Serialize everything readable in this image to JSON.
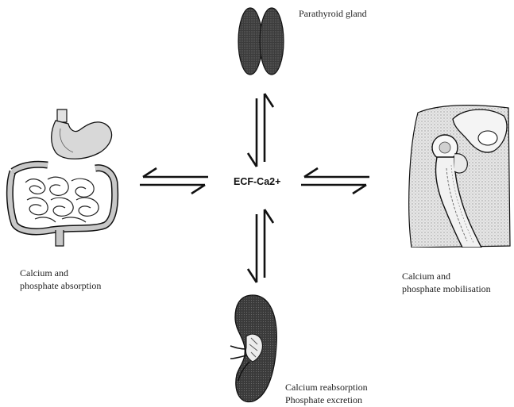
{
  "center": {
    "label": "ECF-Ca2+"
  },
  "parathyroid": {
    "label": "Parathyroid gland"
  },
  "intestine": {
    "label_line1": "Calcium and",
    "label_line2": "phosphate absorption"
  },
  "bone": {
    "label_line1": "Calcium and",
    "label_line2": "phosphate mobilisation"
  },
  "kidney": {
    "label_line1": "Calcium reabsorption",
    "label_line2": "Phosphate excretion"
  },
  "colors": {
    "ink": "#1a1a1a",
    "organ_fill": "#3a3a3a",
    "organ_mid": "#8a8a8a",
    "organ_light": "#d4d4d4"
  }
}
